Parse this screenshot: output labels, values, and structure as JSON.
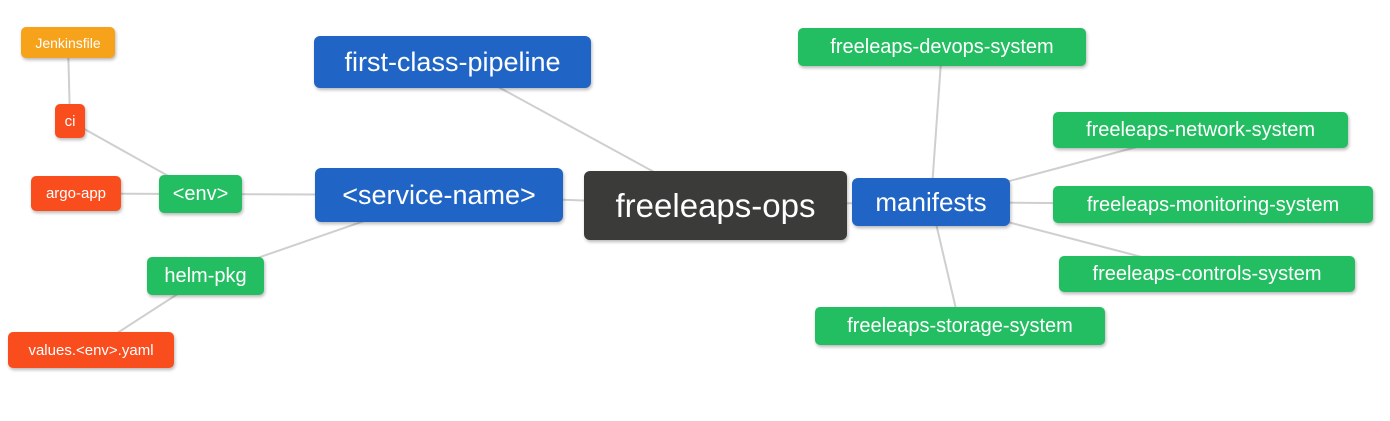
{
  "diagram": {
    "type": "mindmap",
    "root_label": "freeleaps-ops",
    "colors": {
      "blue": "#2065c5",
      "green": "#24be62",
      "orange": "#f7a21b",
      "red": "#fa4d1e",
      "dark": "#3b3b3a",
      "line": "#cfcfcf",
      "background": "#ffffff",
      "text": "#ffffff"
    },
    "nodes": [
      {
        "id": "jenkinsfile",
        "label": "Jenkinsfile",
        "color": "orange"
      },
      {
        "id": "ci",
        "label": "ci",
        "color": "red"
      },
      {
        "id": "argo-app",
        "label": "argo-app",
        "color": "red"
      },
      {
        "id": "env",
        "label": "<env>",
        "color": "green"
      },
      {
        "id": "helm-pkg",
        "label": "helm-pkg",
        "color": "green"
      },
      {
        "id": "values-env-yaml",
        "label": "values.<env>.yaml",
        "color": "red"
      },
      {
        "id": "first-class-pipeline",
        "label": "first-class-pipeline",
        "color": "blue"
      },
      {
        "id": "service-name",
        "label": "<service-name>",
        "color": "blue"
      },
      {
        "id": "freeleaps-ops",
        "label": "freeleaps-ops",
        "color": "dark"
      },
      {
        "id": "manifests",
        "label": "manifests",
        "color": "blue"
      },
      {
        "id": "freeleaps-devops-system",
        "label": "freeleaps-devops-system",
        "color": "green"
      },
      {
        "id": "freeleaps-network-system",
        "label": "freeleaps-network-system",
        "color": "green"
      },
      {
        "id": "freeleaps-monitoring-system",
        "label": "freeleaps-monitoring-system",
        "color": "green"
      },
      {
        "id": "freeleaps-controls-system",
        "label": "freeleaps-controls-system",
        "color": "green"
      },
      {
        "id": "freeleaps-storage-system",
        "label": "freeleaps-storage-system",
        "color": "green"
      }
    ],
    "edges": [
      {
        "from": "jenkinsfile",
        "to": "ci"
      },
      {
        "from": "ci",
        "to": "env"
      },
      {
        "from": "argo-app",
        "to": "env"
      },
      {
        "from": "env",
        "to": "service-name"
      },
      {
        "from": "helm-pkg",
        "to": "service-name"
      },
      {
        "from": "values-env-yaml",
        "to": "helm-pkg"
      },
      {
        "from": "service-name",
        "to": "freeleaps-ops"
      },
      {
        "from": "first-class-pipeline",
        "to": "freeleaps-ops"
      },
      {
        "from": "freeleaps-ops",
        "to": "manifests"
      },
      {
        "from": "manifests",
        "to": "freeleaps-devops-system"
      },
      {
        "from": "manifests",
        "to": "freeleaps-network-system"
      },
      {
        "from": "manifests",
        "to": "freeleaps-monitoring-system"
      },
      {
        "from": "manifests",
        "to": "freeleaps-controls-system"
      },
      {
        "from": "manifests",
        "to": "freeleaps-storage-system"
      }
    ]
  }
}
